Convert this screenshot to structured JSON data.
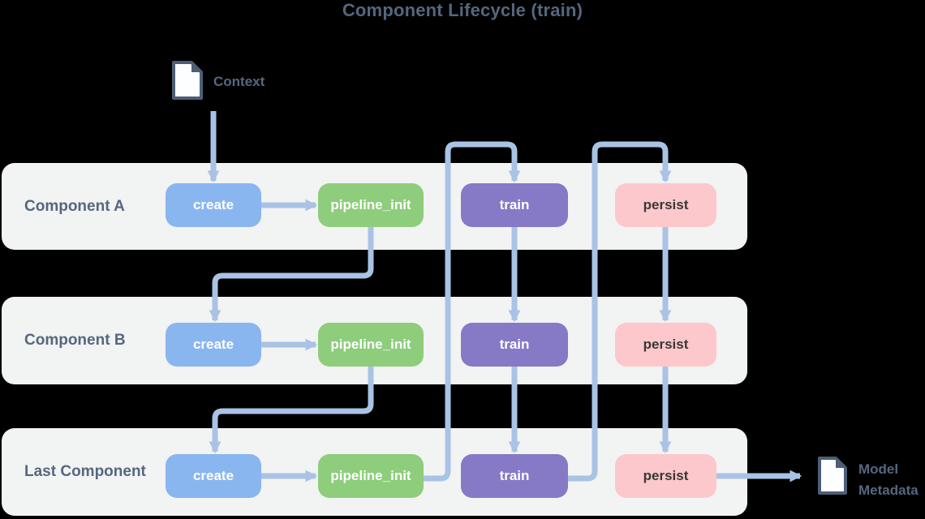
{
  "title": "Component Lifecycle (train)",
  "context": {
    "label": "Context"
  },
  "output": {
    "label_line1": "Model",
    "label_line2": "Metadata"
  },
  "rows": [
    {
      "label": "Component A"
    },
    {
      "label": "Component B"
    },
    {
      "label": "Last Component"
    }
  ],
  "nodes": {
    "create": "create",
    "pipeline_init": "pipeline_init",
    "train": "train",
    "persist": "persist"
  },
  "edges": [
    "Context -> Component A.create",
    "Component A.create -> Component A.pipeline_init",
    "Component B.create -> Component B.pipeline_init",
    "Last Component.create -> Last Component.pipeline_init",
    "Component A.pipeline_init -> Component B.create",
    "Component B.pipeline_init -> Last Component.create",
    "Last Component.pipeline_init -> Component A.train",
    "Component A.train -> Component B.train",
    "Component B.train -> Last Component.train",
    "Last Component.train -> Component A.persist",
    "Component A.persist -> Component B.persist",
    "Component B.persist -> Last Component.persist",
    "Last Component.persist -> Model Metadata"
  ],
  "colors": {
    "background": "#000000",
    "row_background": "#f2f3f3",
    "node_create": "#8ab6f0",
    "node_pipeline_init": "#8ecd7b",
    "node_train": "#8679c5",
    "node_persist": "#fcc8cb",
    "arrow": "#a9c3e5",
    "heading_text": "#55677f",
    "node_text_light": "#ffffff",
    "node_text_dark": "#383838",
    "doc_outline": "#4d5e76"
  }
}
